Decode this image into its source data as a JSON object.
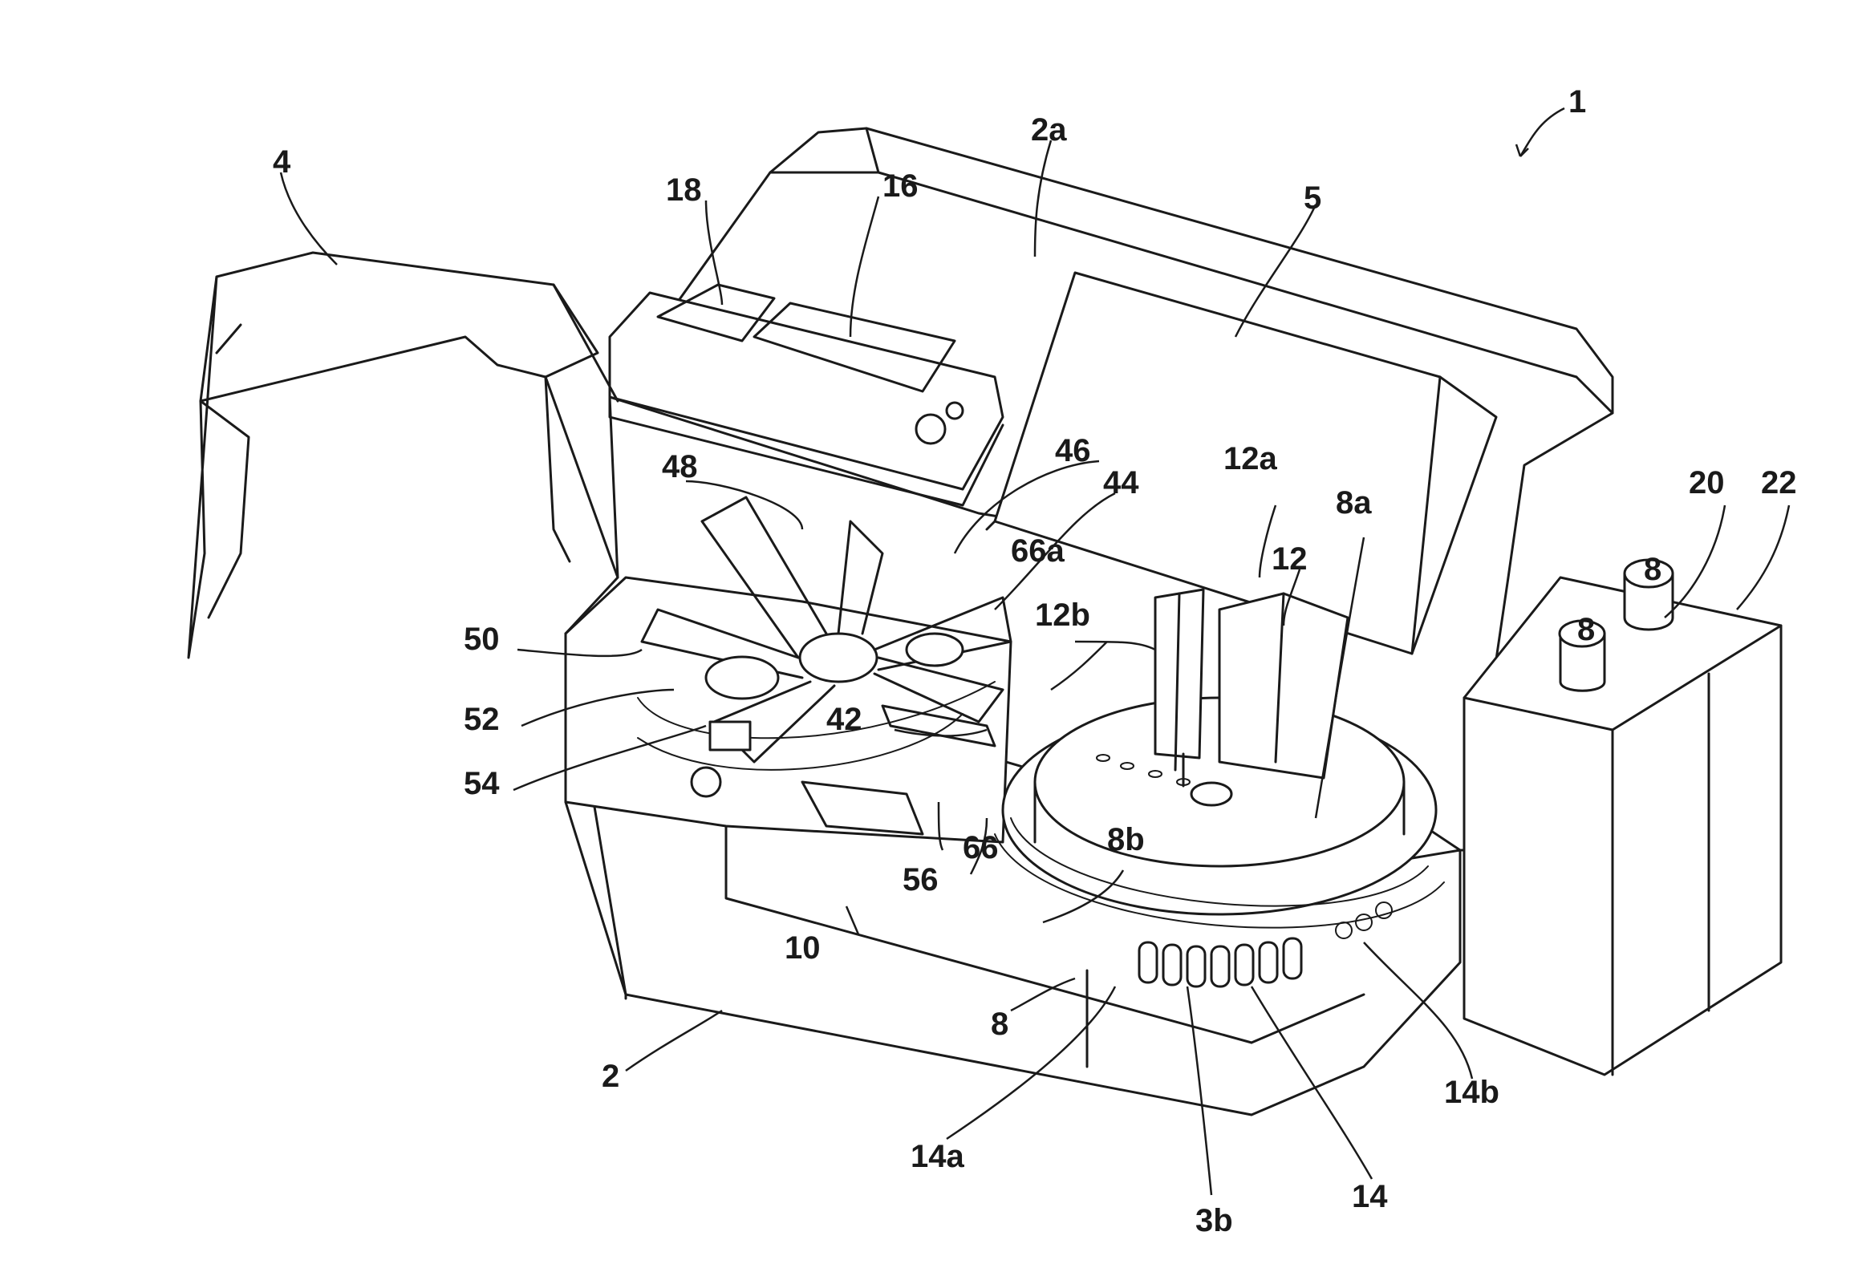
{
  "labels": {
    "n1": "1",
    "n2": "2",
    "n2a": "2a",
    "n3b": "3b",
    "n4": "4",
    "n5": "5",
    "n8": "8",
    "n8a": "8a",
    "n8b": "8b",
    "n10": "10",
    "n12": "12",
    "n12a": "12a",
    "n12b": "12b",
    "n14": "14",
    "n14a": "14a",
    "n14b": "14b",
    "n16": "16",
    "n18": "18",
    "n20": "20",
    "n22": "22",
    "n42": "42",
    "n44": "44",
    "n46": "46",
    "n48": "48",
    "n50": "50",
    "n52": "52",
    "n54": "54",
    "n56": "56",
    "n66": "66",
    "n66a": "66a"
  },
  "bottle_cap_mark": "8"
}
